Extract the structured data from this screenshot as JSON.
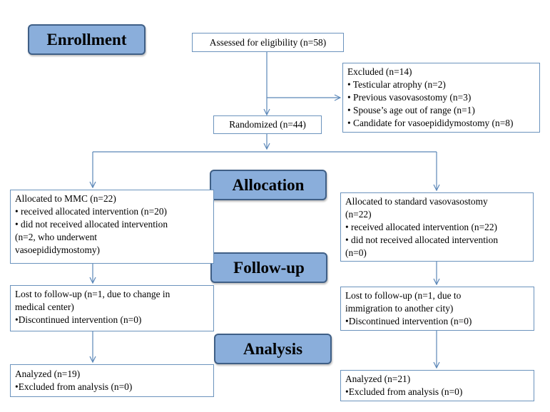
{
  "stages": {
    "enrollment": "Enrollment",
    "allocation": "Allocation",
    "followup": "Follow-up",
    "analysis": "Analysis"
  },
  "assessed": "Assessed for eligibility (n=58)",
  "excluded": {
    "title": "Excluded (n=14)",
    "items": [
      "• Testicular atrophy (n=2)",
      "• Previous vasovasostomy (n=3)",
      "• Spouse’s age out of range (n=1)",
      "• Candidate for vasoepididymostomy (n=8)"
    ]
  },
  "randomized": "Randomized (n=44)",
  "left": {
    "allocation": [
      "Allocated to MMC (n=22)",
      "• received allocated intervention (n=20)",
      "• did not received allocated intervention",
      "(n=2, who underwent",
      "vasoepididymostomy)"
    ],
    "followup": [
      "Lost to follow-up (n=1, due to change in",
      "medical center)",
      "•Discontinued intervention (n=0)"
    ],
    "analysis": [
      "Analyzed (n=19)",
      "•Excluded from analysis (n=0)"
    ]
  },
  "right": {
    "allocation": [
      "Allocated to standard vasovasostomy",
      "(n=22)",
      "• received allocated intervention (n=22)",
      "• did not received allocated intervention",
      "(n=0)"
    ],
    "followup": [
      "Lost to follow-up (n=1, due to",
      "immigration to another city)",
      "•Discontinued intervention (n=0)"
    ],
    "analysis": [
      "Analyzed (n=21)",
      "•Excluded from analysis (n=0)"
    ]
  },
  "colors": {
    "stage_fill": "#8aaedb",
    "stage_border": "#3f5f86",
    "box_border": "#6b93bd",
    "arrow": "#5b87b8"
  }
}
